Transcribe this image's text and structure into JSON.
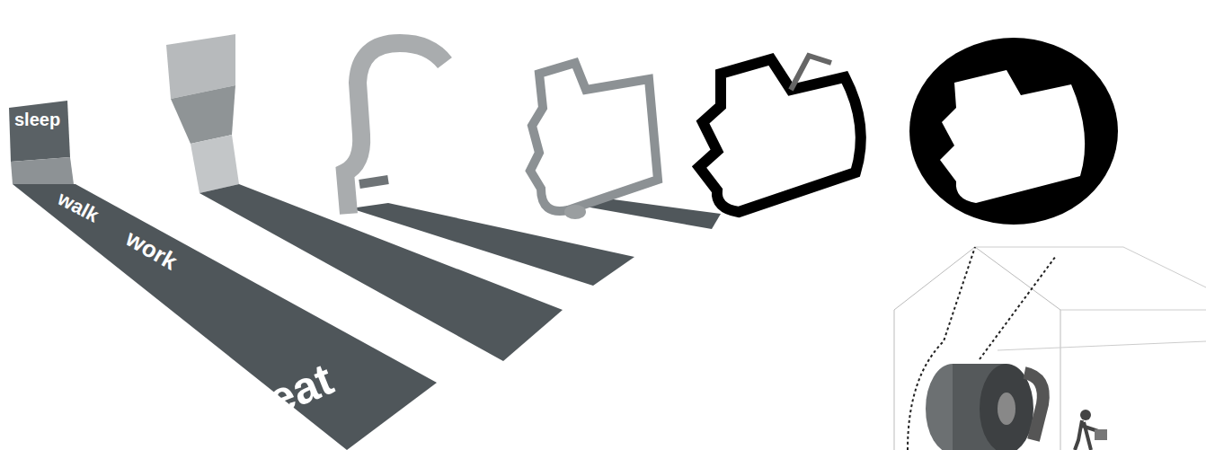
{
  "diagram": {
    "nodes": [
      {
        "text": [
          "sleep",
          "walk",
          "work",
          "eat"
        ]
      }
    ]
  }
}
